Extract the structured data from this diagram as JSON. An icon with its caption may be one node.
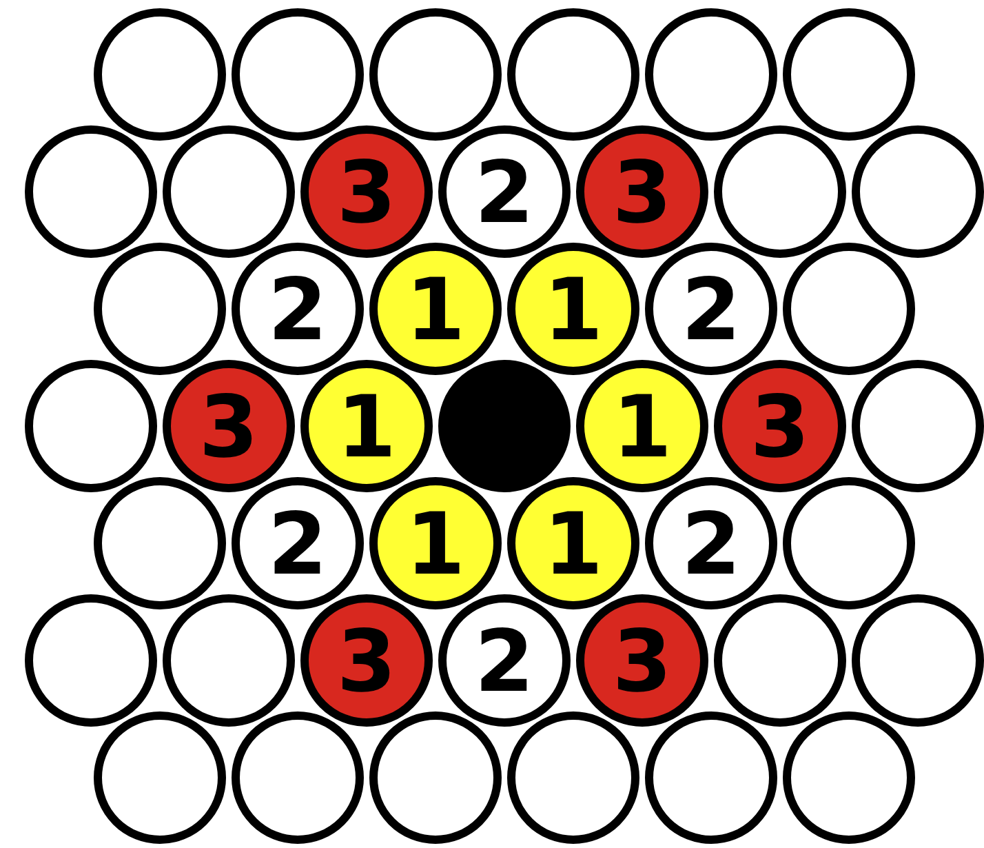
{
  "diagram": {
    "nodes": [
      {
        "text": [],
        "shape": "circle"
      },
      {
        "text": [],
        "shape": "circle"
      },
      {
        "text": [],
        "shape": "circle"
      },
      {
        "text": [],
        "shape": "circle"
      },
      {
        "text": [],
        "shape": "circle"
      },
      {
        "text": [],
        "shape": "circle"
      },
      {
        "text": [],
        "shape": "circle"
      },
      {
        "text": [],
        "shape": "circle"
      },
      {
        "text": [
          "3"
        ]
      },
      {
        "text": [
          "2"
        ]
      },
      {
        "text": [
          "3"
        ]
      },
      {
        "text": [],
        "shape": "circle"
      },
      {
        "text": [],
        "shape": "circle"
      },
      {
        "text": [],
        "shape": "circle"
      },
      {
        "text": [
          "2"
        ]
      },
      {
        "text": [
          "1"
        ]
      },
      {
        "text": [
          "1"
        ]
      },
      {
        "text": [
          "2"
        ]
      },
      {
        "text": [],
        "shape": "circle"
      },
      {
        "text": [],
        "shape": "circle"
      },
      {
        "text": [
          "3"
        ]
      },
      {
        "text": [
          "1"
        ]
      },
      {
        "text": [],
        "shape": "circle"
      },
      {
        "text": [
          "1"
        ]
      },
      {
        "text": [
          "3"
        ]
      },
      {
        "text": [],
        "shape": "circle"
      },
      {
        "text": [],
        "shape": "circle"
      },
      {
        "text": [
          "2"
        ]
      },
      {
        "text": [
          "1"
        ]
      },
      {
        "text": [
          "1"
        ]
      },
      {
        "text": [
          "2"
        ]
      },
      {
        "text": [],
        "shape": "circle"
      },
      {
        "text": [],
        "shape": "circle"
      },
      {
        "text": [],
        "shape": "circle"
      },
      {
        "text": [
          "3"
        ]
      },
      {
        "text": [
          "2"
        ]
      },
      {
        "text": [
          "3"
        ]
      },
      {
        "text": [],
        "shape": "circle"
      },
      {
        "text": [],
        "shape": "circle"
      },
      {
        "text": [],
        "shape": "circle"
      },
      {
        "text": [],
        "shape": "circle"
      },
      {
        "text": [],
        "shape": "circle"
      },
      {
        "text": [],
        "shape": "circle"
      },
      {
        "text": [],
        "shape": "circle"
      },
      {
        "text": [],
        "shape": "circle"
      }
    ]
  }
}
